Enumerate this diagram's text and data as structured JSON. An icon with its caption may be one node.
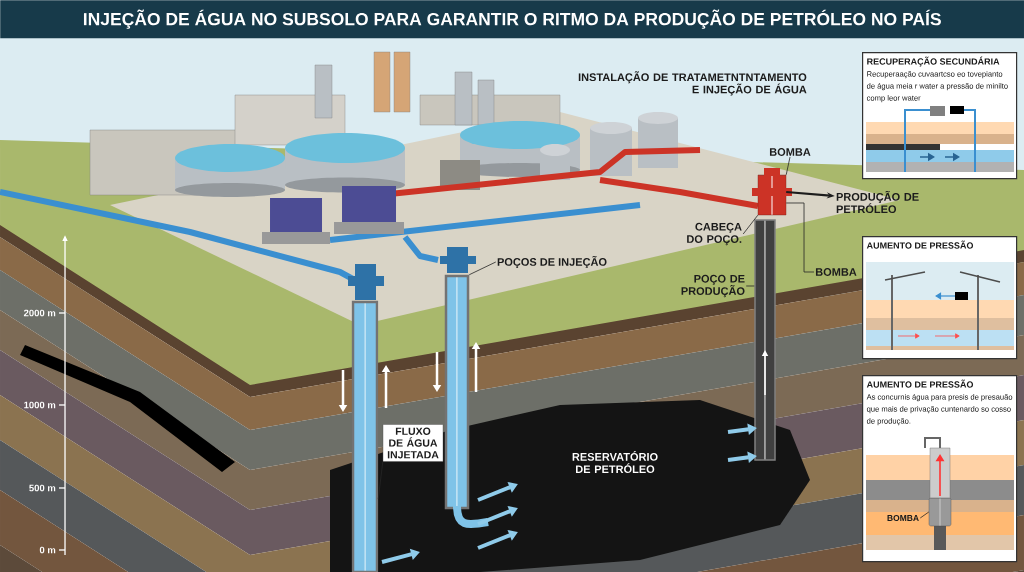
{
  "diagram": {
    "title": "INJEÇÃO DE ÁGUA NO SUBSOLO PARA GARANTIR O RITMO DA PRODUÇÃO DE PETRÓLEO NO PAÍS",
    "nodes": [
      {
        "text": [],
        "shape": "picture"
      },
      {
        "text": [
          "BOMBA"
        ]
      },
      {
        "text": [
          "PRODUÇÃO DE PETRÓLEO"
        ]
      },
      {
        "text": [
          "CABEÇA DO POÇO."
        ]
      },
      {
        "text": [
          "BOMBA"
        ]
      },
      {
        "text": [],
        "shape": "picture"
      },
      {
        "text": [
          "POÇO DE PRODUÇÃO"
        ]
      },
      {
        "text": [],
        "shape": "picture"
      },
      {
        "text": [],
        "shape": "picture"
      },
      {
        "text": [
          "POÇOS DE INJEÇÃO"
        ]
      },
      {
        "text": [
          "FLUXO DE ÁGUA INJETADA"
        ]
      },
      {
        "text": [
          "RECUPERAÇÃO SECUNDÁRIA",
          "Recuperaação cuvaartcso eo tovepianto de água meia r water a pressão de minilto comp leor water"
        ]
      },
      {
        "text": [
          "AUMENTO DE PRESSÃO"
        ]
      },
      {
        "text": [
          "AUMENTO DE PRESSÃO",
          "As concurnis água para presis de presauão que mais de privação cuntenardo so cosso de produção."
        ]
      },
      {
        "text": [
          "BOMBA"
        ],
        "in": 13
      },
      {
        "text": [],
        "shape": "picture",
        "in": 13
      }
    ],
    "edges": [
      {
        "from": 0,
        "to": 2,
        "arrow": "to"
      },
      {
        "from": 1,
        "to": 0,
        "arrow": "none"
      },
      {
        "from": 3,
        "to": 0,
        "arrow": "none"
      },
      {
        "from": 4,
        "to": 0,
        "arrow": "none"
      },
      {
        "from": 6,
        "to": 5,
        "arrow": "none"
      },
      {
        "from": 9,
        "to": 8,
        "arrow": "none"
      },
      {
        "from": 10,
        "to": 7,
        "arrow": "none"
      },
      {
        "from": 14,
        "to": 15,
        "arrow": "none"
      }
    ],
    "labels": [
      "INSTALAÇÃO DE TRATAMETNTNTAMENTO E INJEÇÃO DE ÁGUA",
      "RESERVATÓRIO DE PETRÓLEO",
      "2000 m",
      "1000 m",
      "500 m",
      "0 m"
    ]
  }
}
